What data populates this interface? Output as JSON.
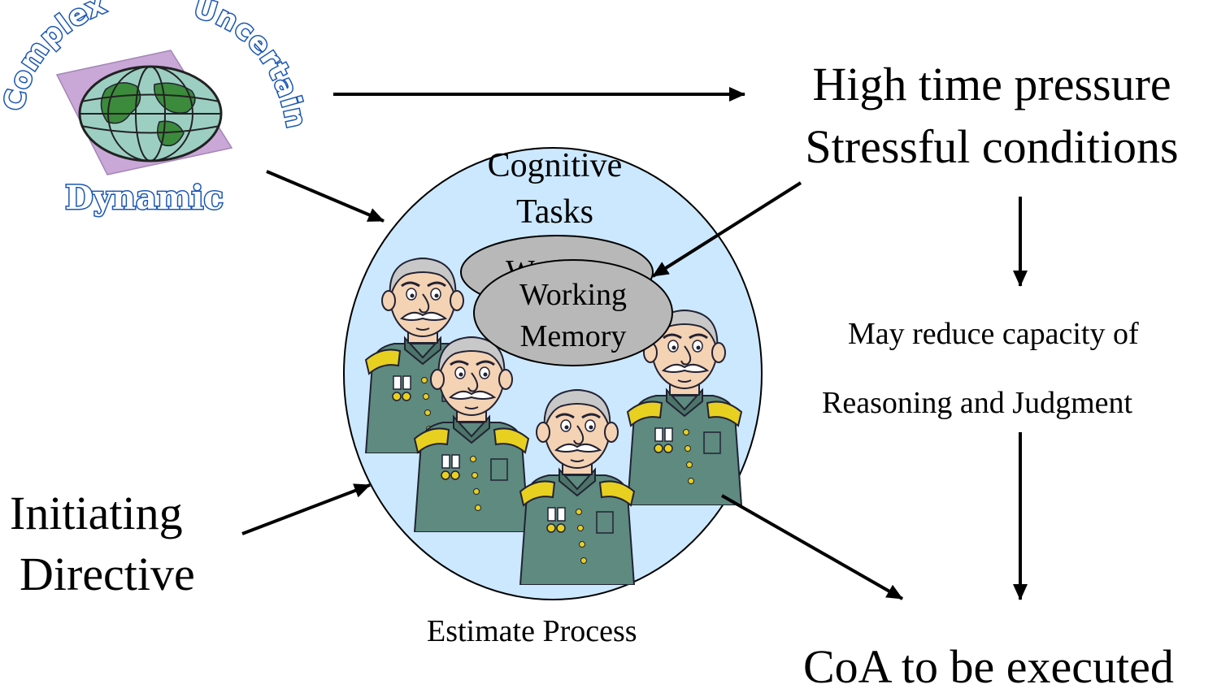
{
  "globe_labels": {
    "top_left": "Complex",
    "top_right": "Uncertain",
    "bottom": "Dynamic"
  },
  "pressure": {
    "line1": "High time pressure",
    "line2": "Stressful conditions"
  },
  "cognitive_tasks": {
    "line1": "Cognitive",
    "line2": "Tasks"
  },
  "working_memory": {
    "back_line": "Working",
    "line1": "Working",
    "line2": "Memory"
  },
  "effect": {
    "line1": "May reduce capacity of",
    "line2": "Reasoning and Judgment"
  },
  "initiating": {
    "line1": "Initiating",
    "line2": "Directive"
  },
  "estimate_label": "Estimate Process",
  "outcome": "CoA to be executed",
  "colors": {
    "process_ellipse": "#cce8ff",
    "memory_ellipse": "#b8b8b8",
    "uniform": "#5e8a80",
    "epaulette": "#e8d020",
    "globe_ocean": "#9ccfc2",
    "globe_land": "#3c8a3c",
    "globe_shadow": "#c9a8d8",
    "globe_word_fill": "#ffffff",
    "globe_word_stroke": "#1a56b4"
  },
  "icons": [
    "globe-icon",
    "officer-icon"
  ]
}
